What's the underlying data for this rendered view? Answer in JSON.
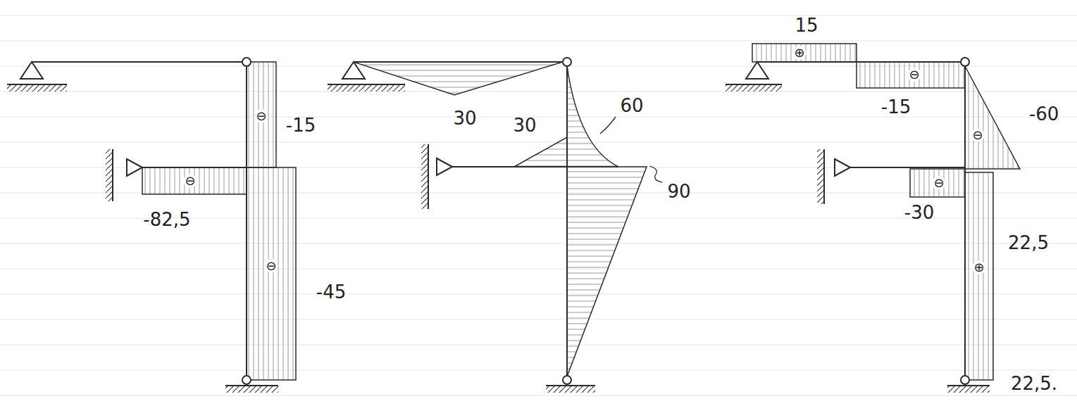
{
  "diagram": {
    "labels": [
      "⊖",
      "-15",
      "⊖",
      "-82,5",
      "⊖",
      "-45",
      "30",
      "30",
      "60",
      "90",
      "15",
      "⊕",
      "⊖",
      "-15",
      "⊖",
      "-60",
      "⊖",
      "-30",
      "22,5",
      "⊕",
      "22,5."
    ]
  }
}
